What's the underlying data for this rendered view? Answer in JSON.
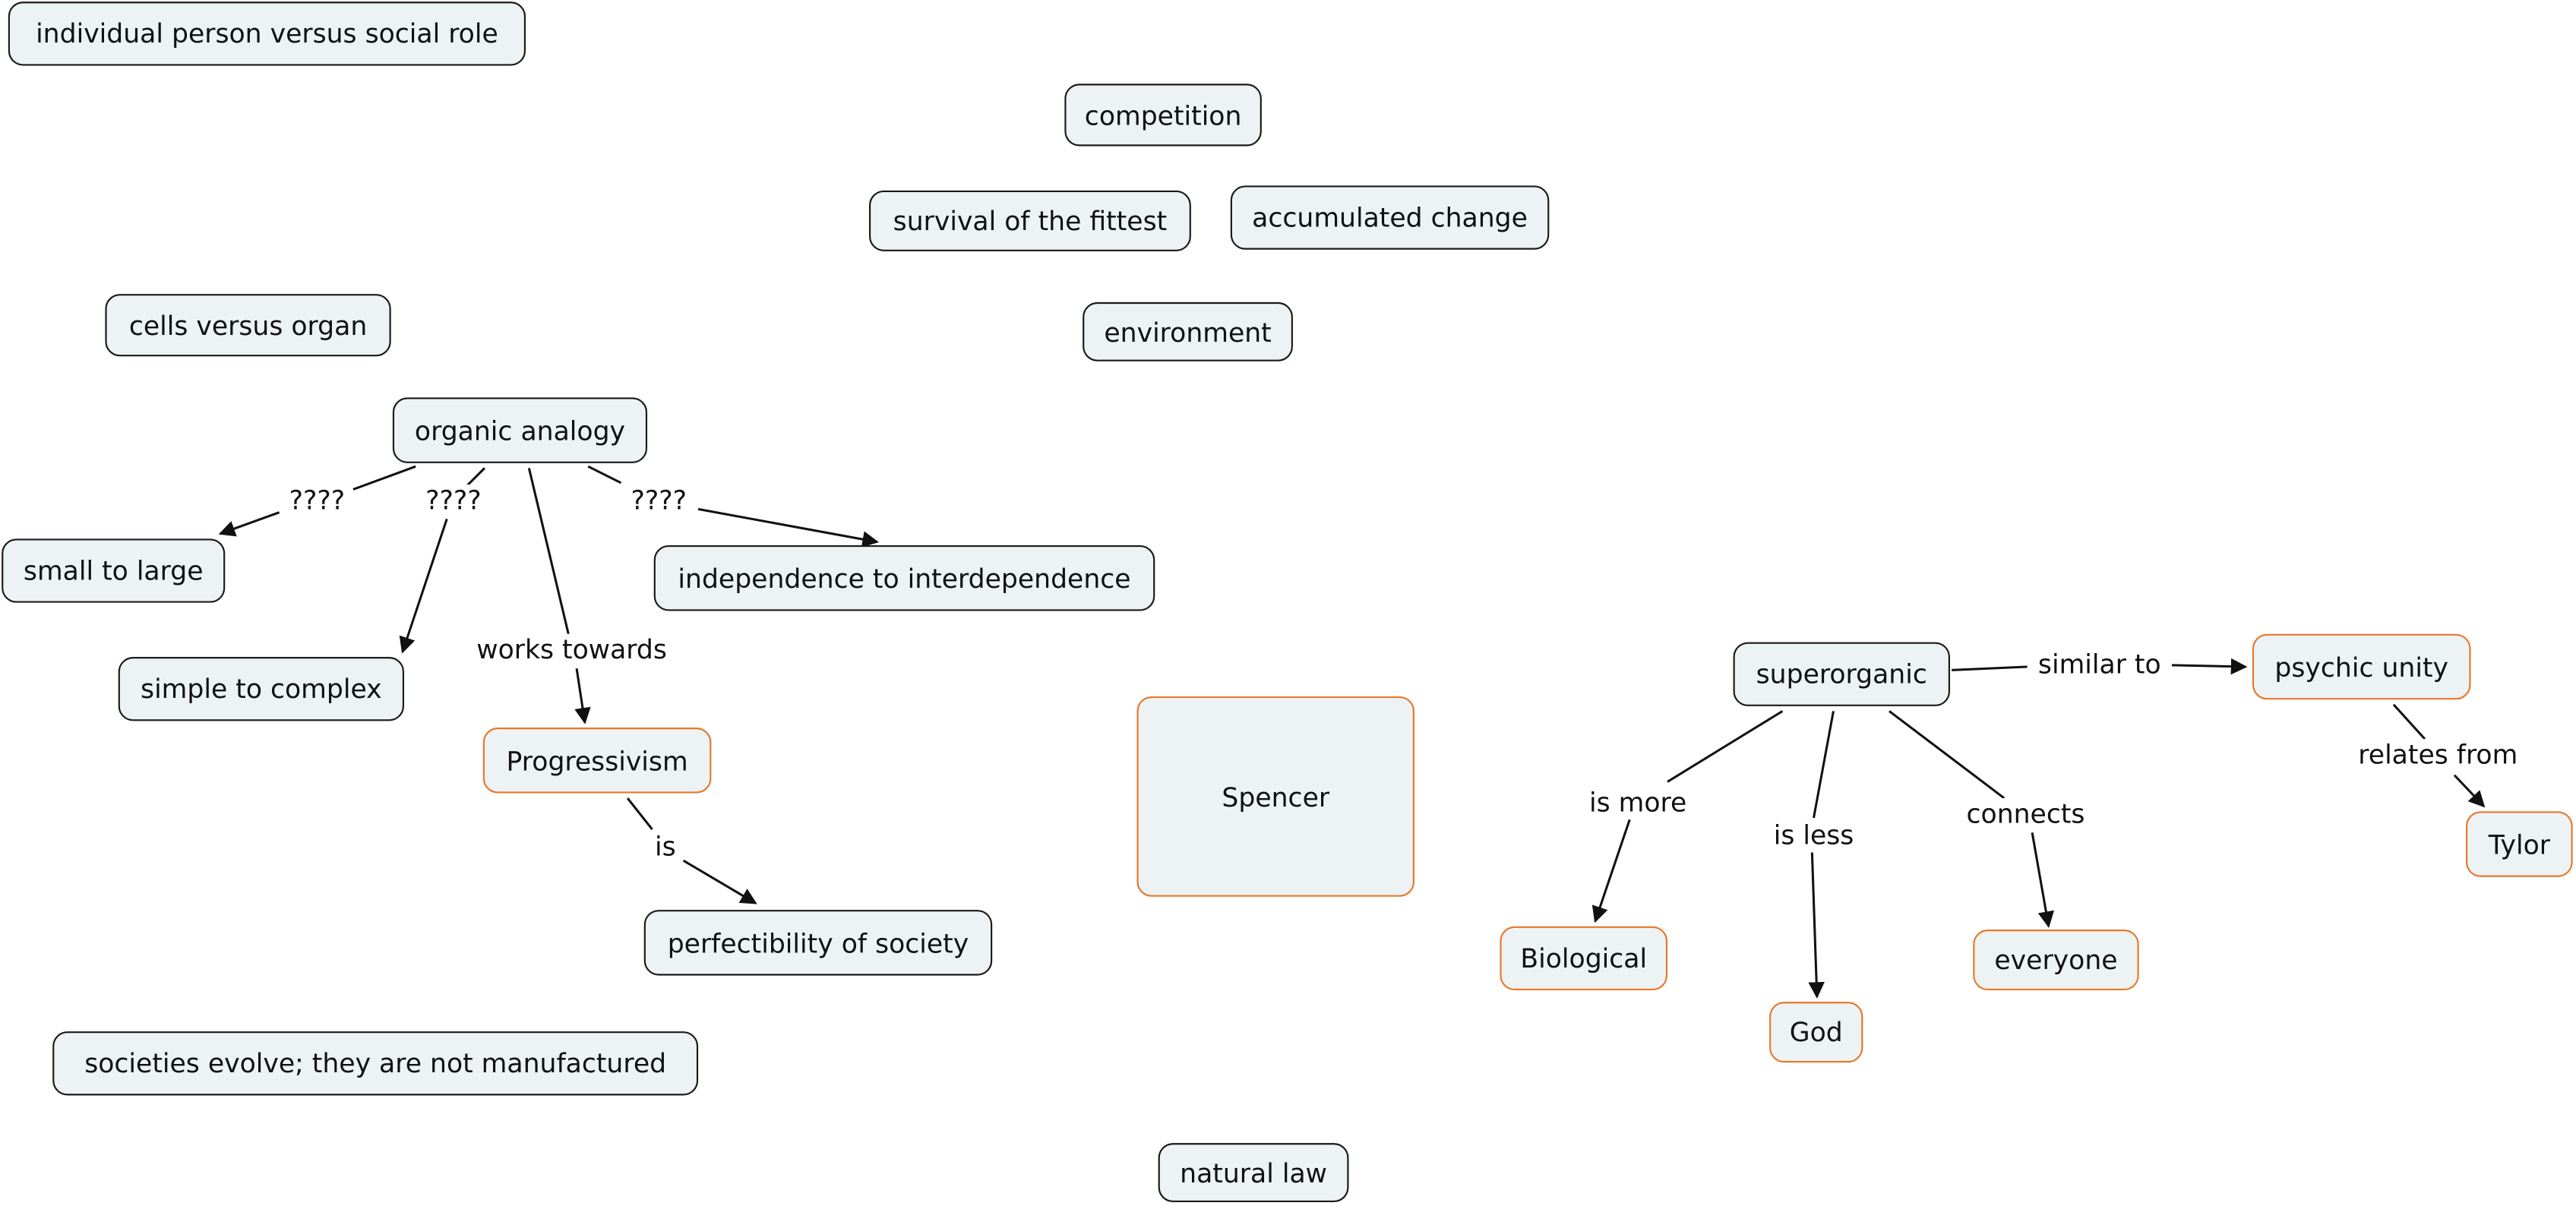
{
  "nodes": {
    "individual_person_versus_social_role": "individual person versus social role",
    "competition": "competition",
    "survival_of_the_fittest": "survival of the fittest",
    "accumulated_change": "accumulated change",
    "cells_versus_organ": "cells versus organ",
    "environment": "environment",
    "organic_analogy": "organic analogy",
    "small_to_large": "small to large",
    "independence_to_interdependence": "independence to interdependence",
    "simple_to_complex": "simple to complex",
    "progressivism": "Progressivism",
    "spencer": "Spencer",
    "perfectibility_of_society": "perfectibility of society",
    "societies_evolve": "societies evolve; they are not manufactured",
    "natural_law": "natural law",
    "superorganic": "superorganic",
    "psychic_unity": "psychic unity",
    "tylor": "Tylor",
    "biological": "Biological",
    "god": "God",
    "everyone": "everyone"
  },
  "links": {
    "oa_small": "????",
    "oa_simple": "????",
    "oa_indep": "????",
    "works_towards": "works towards",
    "is": "is",
    "similar_to": "similar to",
    "relates_from": "relates from",
    "is_more": "is more",
    "is_less": "is less",
    "connects": "connects"
  },
  "colors": {
    "node_fill": "#edf3f5",
    "node_border": "#1a1a1a",
    "highlight_border": "#e8782a",
    "edge": "#111111"
  }
}
